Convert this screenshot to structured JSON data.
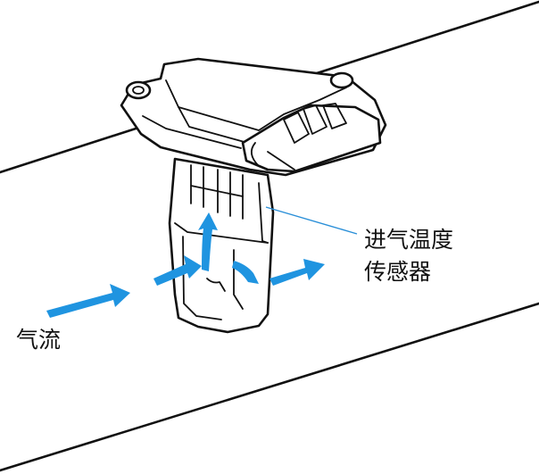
{
  "labels": {
    "sensor_line1": "进气温度",
    "sensor_line2": "传感器",
    "airflow": "气流"
  },
  "colors": {
    "arrow": "#1f94e0",
    "leader_line": "#2a8fd8",
    "outline": "#111111"
  }
}
